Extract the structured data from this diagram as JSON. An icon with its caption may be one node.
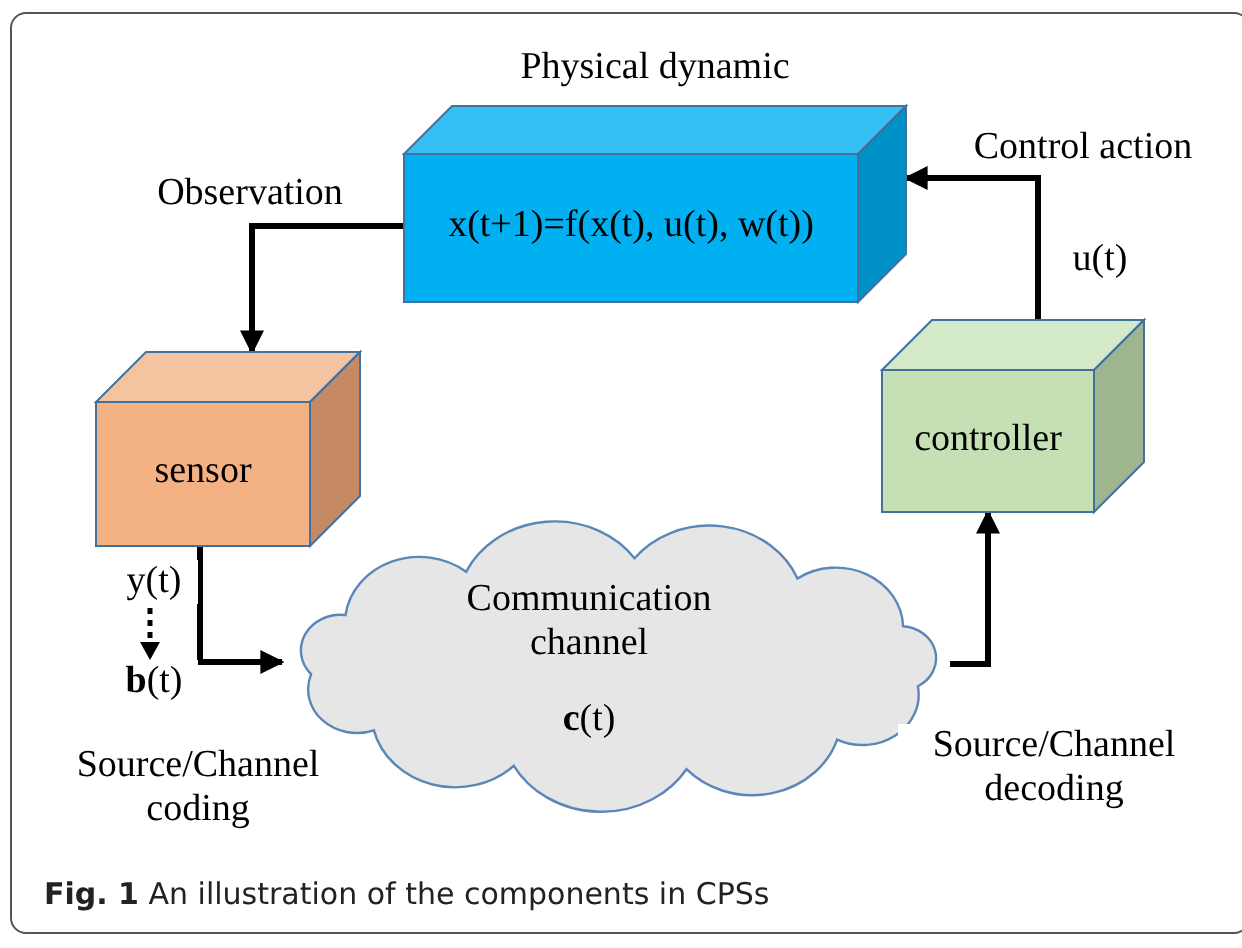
{
  "diagram": {
    "caption": "**Fig. 1** An illustration of the components in CPSs",
    "nodes": [
      {
        "text": [
          "Physical dynamic",
          "x(t+1)=f(x(t), u(t), w(t))"
        ]
      },
      {
        "text": [
          "sensor"
        ]
      },
      {
        "text": [
          "controller"
        ]
      },
      {
        "text": [
          "Communication channel",
          "**c**(t)"
        ]
      }
    ],
    "edges": [
      {
        "from": 0,
        "to": 1,
        "arrow": "to",
        "label": "Observation"
      },
      {
        "from": 2,
        "to": 0,
        "arrow": "to",
        "label": "Control action"
      },
      {
        "from": 1,
        "to": 3,
        "arrow": "to",
        "label": "Source/Channel coding"
      },
      {
        "from": 3,
        "to": 2,
        "arrow": "to",
        "label": "Source/Channel decoding"
      }
    ],
    "labels": [
      "u(t)",
      "y(t)",
      "**b**(t)"
    ]
  }
}
